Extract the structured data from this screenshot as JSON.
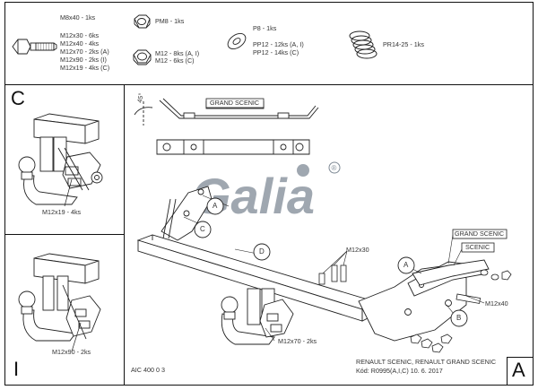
{
  "parts_list": {
    "bolts": {
      "head": "M8x40 - 1ks",
      "lines": [
        "M12x30 - 6ks",
        "M12x40 - 4ks",
        "M12x70 - 2ks (A)",
        "M12x90 - 2ks (I)",
        "M12x19 - 4ks (C)"
      ]
    },
    "nuts": {
      "line1": "PM8 - 1ks",
      "line2": "M12 - 8ks (A, I)",
      "line3": "M12 - 6ks (C)"
    },
    "washers": {
      "line1": "P8 - 1ks",
      "line2": "PP12 - 12ks (A, I)",
      "line3": "PP12 - 14ks (C)"
    },
    "spring": "PR14-25 - 1ks"
  },
  "panel_c": {
    "letter": "C",
    "bolt_label": "M12x19 - 4ks"
  },
  "panel_i": {
    "letter": "I",
    "bolt_label": "M12x90 - 2ks"
  },
  "main": {
    "angle": "45°",
    "grand_scenic_top": "GRAND SCENIC",
    "brand": "Galia",
    "reg": "®",
    "grand_scenic_right": "GRAND SCENIC",
    "scenic_right": "SCENIC",
    "callout_a1": "A",
    "callout_c": "C",
    "callout_d": "D",
    "callout_a2": "A",
    "callout_b": "B",
    "m12x30": "M12x30",
    "m12x40": "M12x40",
    "m12x70": "M12x70 - 2ks",
    "doc_code": "AIC 400 0 3",
    "vehicle": "RENAULT SCENIC, RENAULT GRAND SCENIC",
    "kod": "Kód: R0995(A,I,C)  10. 6. 2017",
    "letter": "A"
  },
  "colors": {
    "frame": "#111111",
    "logo": "#7f8a95",
    "line": "#222222"
  }
}
